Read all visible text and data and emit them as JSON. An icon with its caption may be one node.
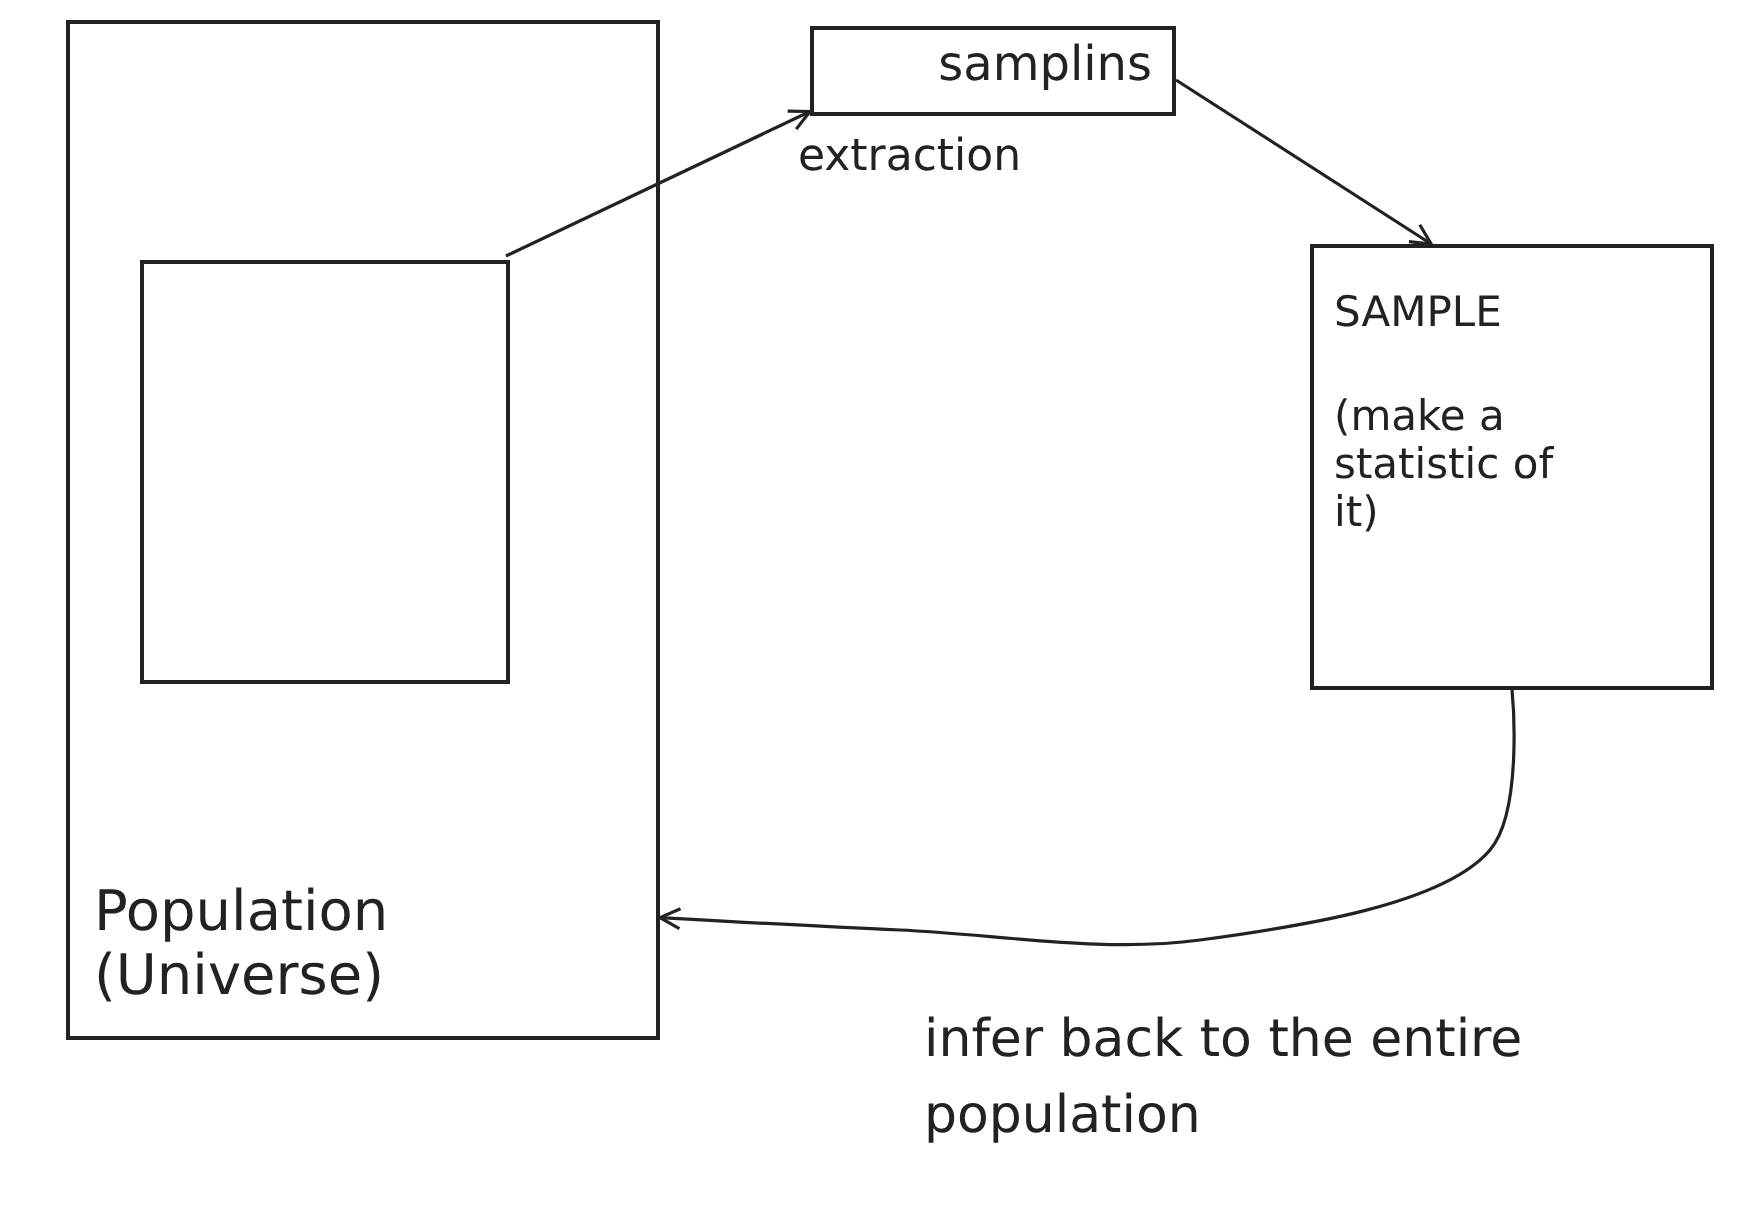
{
  "diagram": {
    "nodes": [
      {
        "text": [
          "Population (Universe)"
        ]
      },
      {
        "text": [],
        "shape": "box",
        "in": 0
      },
      {
        "text": [
          "samplins"
        ],
        "beside": [
          "extraction"
        ]
      },
      {
        "text": [
          "SAMPLE",
          "(make a statistic of it)"
        ]
      }
    ],
    "edges": [
      {
        "from": 1,
        "to": 2,
        "arrow": "to"
      },
      {
        "from": 2,
        "to": 3,
        "arrow": "to"
      },
      {
        "from": 3,
        "to": 0,
        "arrow": "to",
        "label": "infer back to the entire population"
      }
    ]
  }
}
